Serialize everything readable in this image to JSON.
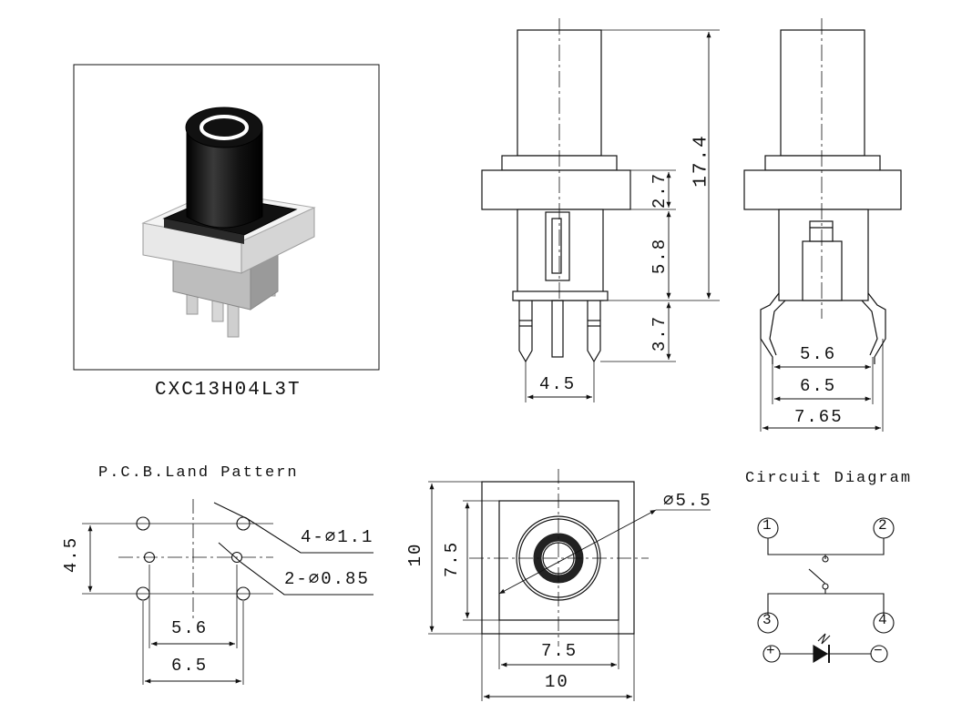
{
  "product_photo": {
    "caption": "CXC13H04L3T"
  },
  "side_view": {
    "dim_total": "17.4",
    "dim_collar": "2.7",
    "dim_body": "5.8",
    "dim_pin": "3.7",
    "dim_pin_pitch": "4.5"
  },
  "front_view": {
    "dim_inner": "5.6",
    "dim_mid": "6.5",
    "dim_outer": "7.65"
  },
  "pcb": {
    "title": "P.C.B.Land Pattern",
    "dim_height": "4.5",
    "holes_large": "4-∅1.1",
    "holes_small": "2-∅0.85",
    "dim_inner": "5.6",
    "dim_outer": "6.5"
  },
  "top_view": {
    "dim_ring": "∅5.5",
    "dim_inner_v": "7.5",
    "dim_outer_v": "10",
    "dim_inner_h": "7.5",
    "dim_outer_h": "10"
  },
  "circuit": {
    "title": "Circuit Diagram",
    "pin1": "1",
    "pin2": "2",
    "pin3": "3",
    "pin4": "4",
    "plus": "+",
    "minus": "−"
  },
  "colors": {
    "line": "#111111",
    "body": "#ffffff",
    "cap": "#1a1a1a"
  }
}
